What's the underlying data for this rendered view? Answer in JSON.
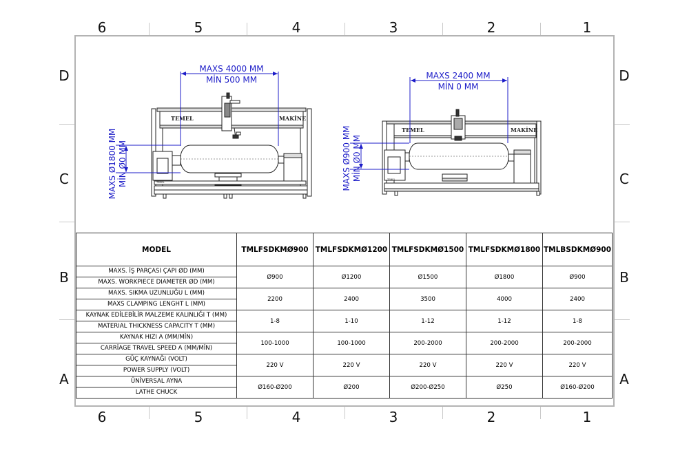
{
  "border_columns": [
    "6",
    "5",
    "4",
    "3",
    "2",
    "1"
  ],
  "border_rows": [
    "D",
    "C",
    "B",
    "A"
  ],
  "left_machine": {
    "width_max": "MAXS 4000 MM",
    "width_min": "MİN 500 MM",
    "dia_max": "MAXS Ø1800 MM",
    "dia_min": "MİN Ø0 MM",
    "brand_left": "TEMEL",
    "brand_right": "MAKİNE",
    "badge": "TEMEL"
  },
  "right_machine": {
    "width_max": "MAXS 2400 MM",
    "width_min": "MİN 0 MM",
    "dia_max": "MAXS Ø900 MM",
    "dia_min": "MİN Ø0 MM",
    "brand_left": "TEMEL",
    "brand_right": "MAKİNE",
    "badge": "TEMEL"
  },
  "table": {
    "header_model": "MODEL",
    "models": [
      "TMLFSDKMØ900",
      "TMLFSDKMØ1200",
      "TMLFSDKMØ1500",
      "TMLFSDKMØ1800",
      "TMLBSDKMØ900"
    ],
    "rows": [
      {
        "label_tr": "MAXS. İŞ PARÇASI ÇAPI ØD (MM)",
        "label_en": "MAXS. WORKPIECE DIAMETER ØD (MM)",
        "values": [
          "Ø900",
          "Ø1200",
          "Ø1500",
          "Ø1800",
          "Ø900"
        ]
      },
      {
        "label_tr": "MAXS. SIKMA UZUNLUĞU L (MM)",
        "label_en": "MAXS CLAMPING LENGHT L (MM)",
        "values": [
          "2200",
          "2400",
          "3500",
          "4000",
          "2400"
        ]
      },
      {
        "label_tr": "KAYNAK EDİLEBİLİR MALZEME KALINLIĞI T (MM)",
        "label_en": "MATERIAL THICKNESS CAPACITY T (MM)",
        "values": [
          "1-8",
          "1-10",
          "1-12",
          "1-12",
          "1-8"
        ]
      },
      {
        "label_tr": "KAYNAK HIZI A (MM/MİN)",
        "label_en": "CARRİAGE TRAVEL SPEED A (MM/MİN)",
        "values": [
          "100-1000",
          "100-1000",
          "200-2000",
          "200-2000",
          "200-2000"
        ]
      },
      {
        "label_tr": "GÜÇ KAYNAĞI (VOLT)",
        "label_en": "POWER SUPPLY (VOLT)",
        "values": [
          "220 V",
          "220 V",
          "220 V",
          "220 V",
          "220 V"
        ]
      },
      {
        "label_tr": "ÜNİVERSAL AYNA",
        "label_en": "LATHE CHUCK",
        "values": [
          "Ø160-Ø200",
          "Ø200",
          "Ø200-Ø250",
          "Ø250",
          "Ø160-Ø200"
        ]
      }
    ]
  },
  "colors": {
    "dimension": "#1c1cc8",
    "frame": "#b3b3b3",
    "line": "#222222"
  }
}
